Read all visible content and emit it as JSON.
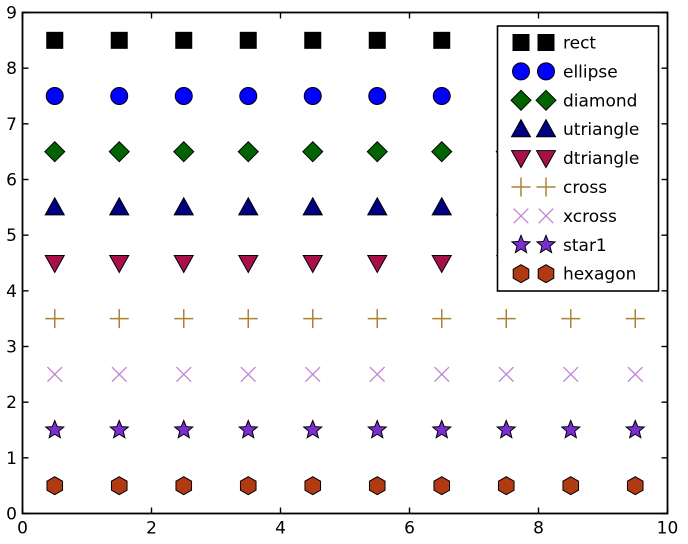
{
  "chart_data": {
    "type": "scatter",
    "title": "",
    "xlabel": "",
    "ylabel": "",
    "xlim": [
      0,
      10
    ],
    "ylim": [
      0,
      9
    ],
    "x_ticks": [
      0,
      2,
      4,
      6,
      8,
      10
    ],
    "y_ticks": [
      0,
      1,
      2,
      3,
      4,
      5,
      6,
      7,
      8,
      9
    ],
    "grid": false,
    "background": "#ffffff",
    "axes_color": "#000000",
    "x": [
      0.5,
      1.5,
      2.5,
      3.5,
      4.5,
      5.5,
      6.5,
      7.5,
      8.5,
      9.5
    ],
    "series": [
      {
        "name": "rect",
        "marker": "rect",
        "color": "#000000",
        "y": [
          8.5,
          8.5,
          8.5,
          8.5,
          8.5,
          8.5,
          8.5,
          8.5,
          8.5,
          8.5
        ]
      },
      {
        "name": "ellipse",
        "marker": "ellipse",
        "color": "#0000ff",
        "y": [
          7.5,
          7.5,
          7.5,
          7.5,
          7.5,
          7.5,
          7.5,
          7.5,
          7.5,
          7.5
        ]
      },
      {
        "name": "diamond",
        "marker": "diamond",
        "color": "#006400",
        "y": [
          6.5,
          6.5,
          6.5,
          6.5,
          6.5,
          6.5,
          6.5,
          6.5,
          6.5,
          6.5
        ]
      },
      {
        "name": "utriangle",
        "marker": "utriangle",
        "color": "#000080",
        "y": [
          5.5,
          5.5,
          5.5,
          5.5,
          5.5,
          5.5,
          5.5,
          5.5,
          5.5,
          5.5
        ]
      },
      {
        "name": "dtriangle",
        "marker": "dtriangle",
        "color": "#a81048",
        "y": [
          4.5,
          4.5,
          4.5,
          4.5,
          4.5,
          4.5,
          4.5,
          4.5,
          4.5,
          4.5
        ]
      },
      {
        "name": "cross",
        "marker": "cross",
        "color": "#ac8238",
        "y": [
          3.5,
          3.5,
          3.5,
          3.5,
          3.5,
          3.5,
          3.5,
          3.5,
          3.5,
          3.5
        ]
      },
      {
        "name": "xcross",
        "marker": "xcross",
        "color": "#c185d6",
        "y": [
          2.5,
          2.5,
          2.5,
          2.5,
          2.5,
          2.5,
          2.5,
          2.5,
          2.5,
          2.5
        ]
      },
      {
        "name": "star1",
        "marker": "star1",
        "color": "#7c2ed3",
        "y": [
          1.5,
          1.5,
          1.5,
          1.5,
          1.5,
          1.5,
          1.5,
          1.5,
          1.5,
          1.5
        ]
      },
      {
        "name": "hexagon",
        "marker": "hexagon",
        "color": "#b23a12",
        "y": [
          0.5,
          0.5,
          0.5,
          0.5,
          0.5,
          0.5,
          0.5,
          0.5,
          0.5,
          0.5
        ]
      }
    ],
    "legend": {
      "position": "upper right",
      "frame": true,
      "markers_per_entry": 2,
      "entries": [
        "rect",
        "ellipse",
        "diamond",
        "utriangle",
        "dtriangle",
        "cross",
        "xcross",
        "star1",
        "hexagon"
      ]
    }
  }
}
